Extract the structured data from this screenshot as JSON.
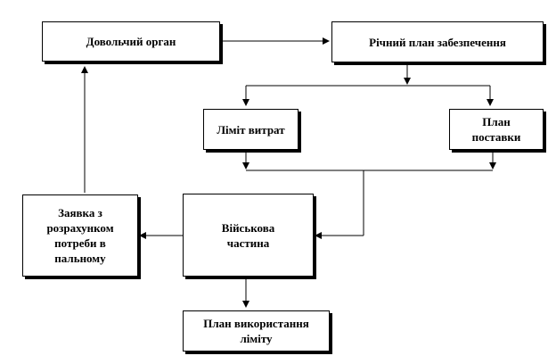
{
  "diagram": {
    "nodes": {
      "authority": "Довольчий орган",
      "annual_plan": "Річний план забезпечення",
      "cost_limit": "Ліміт  витрат",
      "supply_plan": "План\nпоставки",
      "request": "Заявка з\nрозрахунком\nпотреби в\nпальному",
      "military_unit": "Військова\nчастина",
      "usage_plan": "План використання\nліміту"
    },
    "colors": {
      "line": "#000000",
      "box_border": "#000000",
      "background": "#ffffff"
    }
  }
}
